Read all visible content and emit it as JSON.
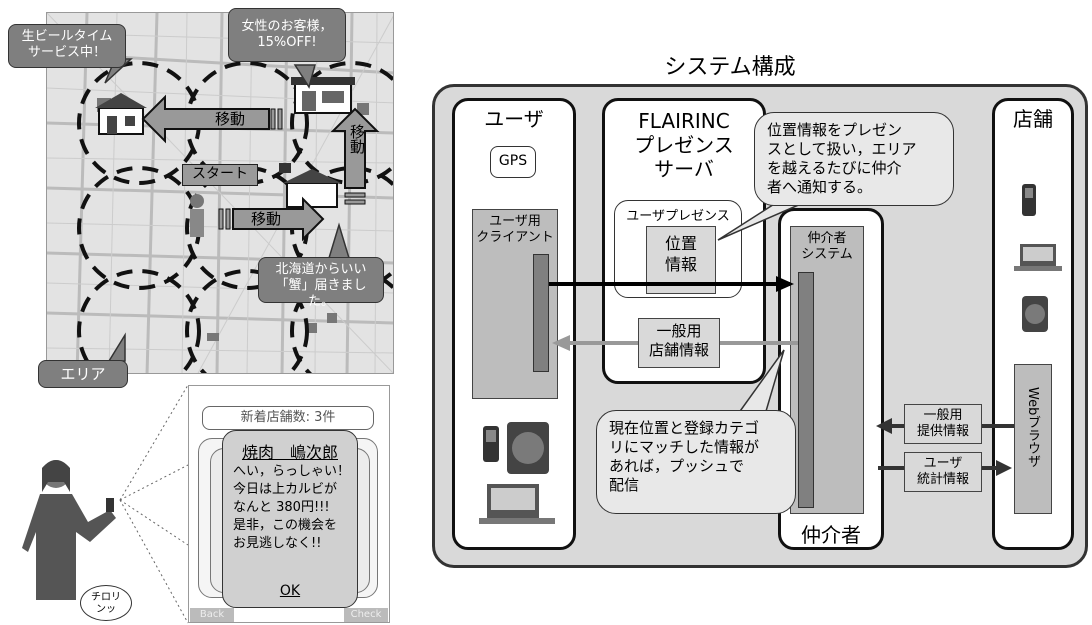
{
  "map": {
    "beer_callout": "生ビールタイム\nサービス中！",
    "women_callout": "女性のお客様，\n15%OFF!",
    "move_left": "移動",
    "move_up": "移動",
    "move_right": "移動",
    "start": "スタート",
    "crab_callout": "北海道からいい\n「蟹」届きました。",
    "area_label": "エリア"
  },
  "phone": {
    "new_count": "新着店舗数: 3件",
    "shop_name": "焼肉　嶋次郎",
    "message": "へい，らっしゃい！\n今日は上カルビが\nなんと 380円!!!\n是非，この機会を\nお見逃しなく!!",
    "ok": "OK",
    "back": "Back",
    "check": "Check",
    "chirori": "チロリ\nンッ"
  },
  "system": {
    "title": "システム構成",
    "user_lane": "ユーザ",
    "gps": "GPS",
    "user_client": "ユーザ用\nクライアント",
    "server_lane": "FLAIRINC\nプレゼンス\nサーバ",
    "user_presence": "ユーザプレゼンス",
    "location_info": "位置\n情報",
    "presence_note": "位置情報をプレゼン\nスとして扱い，エリア\nを越えるたびに仲介\n者へ通知する。",
    "broker_system": "仲介者\nシステム",
    "general_info": "一般用\n店舗情報",
    "push_note": "現在位置と登録カテゴ\nリにマッチした情報が\nあれば，プッシュで\n配信",
    "broker_lane": "仲介者",
    "store_lane": "店舗",
    "web_browser": "Webブラウザ",
    "provide_info": "一般用\n提供情報",
    "stats_info": "ユーザ\n統計情報"
  }
}
